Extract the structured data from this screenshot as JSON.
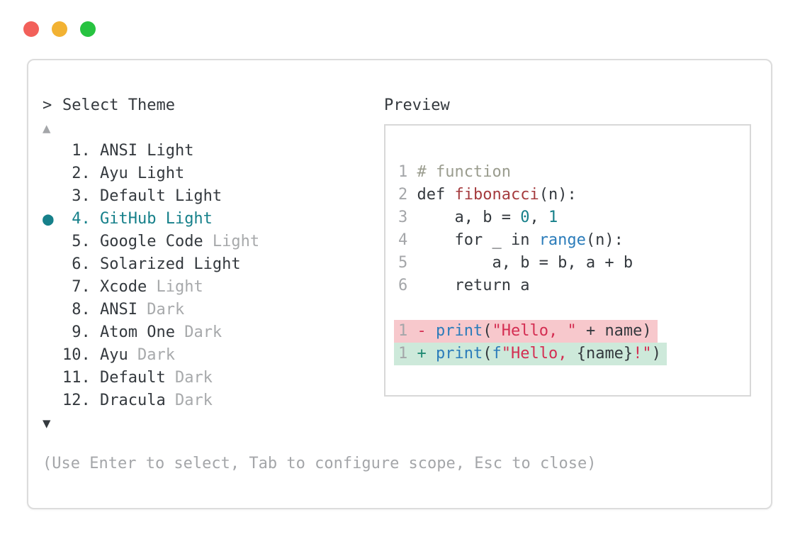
{
  "window_controls": {
    "close_color": "#f2605a",
    "minimize_color": "#f2b233",
    "zoom_color": "#27c340"
  },
  "theme_picker": {
    "prompt_char": ">",
    "title": "Select Theme",
    "scroll_up_indicator": "▲",
    "scroll_down_indicator": "▼",
    "selected_bullet": "●",
    "items": [
      {
        "number": " 1.",
        "name": "ANSI Light",
        "muted": "",
        "selected": false
      },
      {
        "number": " 2.",
        "name": "Ayu Light",
        "muted": "",
        "selected": false
      },
      {
        "number": " 3.",
        "name": "Default Light",
        "muted": "",
        "selected": false
      },
      {
        "number": " 4.",
        "name": "GitHub Light",
        "muted": "",
        "selected": true
      },
      {
        "number": " 5.",
        "name": "Google Code",
        "muted": "Light",
        "selected": false
      },
      {
        "number": " 6.",
        "name": "Solarized Light",
        "muted": "",
        "selected": false
      },
      {
        "number": " 7.",
        "name": "Xcode",
        "muted": "Light",
        "selected": false
      },
      {
        "number": " 8.",
        "name": "ANSI",
        "muted": "Dark",
        "selected": false
      },
      {
        "number": " 9.",
        "name": "Atom One",
        "muted": "Dark",
        "selected": false
      },
      {
        "number": "10.",
        "name": "Ayu",
        "muted": "Dark",
        "selected": false
      },
      {
        "number": "11.",
        "name": "Default",
        "muted": "Dark",
        "selected": false
      },
      {
        "number": "12.",
        "name": "Dracula",
        "muted": "Dark",
        "selected": false
      }
    ]
  },
  "preview": {
    "title": "Preview",
    "code_lines": [
      {
        "num": "1",
        "tokens": [
          {
            "t": "# function",
            "c": "comment"
          }
        ]
      },
      {
        "num": "2",
        "tokens": [
          {
            "t": "def ",
            "c": "plain"
          },
          {
            "t": "fibonacci",
            "c": "func"
          },
          {
            "t": "(n):",
            "c": "plain"
          }
        ]
      },
      {
        "num": "3",
        "tokens": [
          {
            "t": "    a, b = ",
            "c": "plain"
          },
          {
            "t": "0",
            "c": "number"
          },
          {
            "t": ", ",
            "c": "plain"
          },
          {
            "t": "1",
            "c": "number"
          }
        ]
      },
      {
        "num": "4",
        "tokens": [
          {
            "t": "    for _ in ",
            "c": "plain"
          },
          {
            "t": "range",
            "c": "builtin"
          },
          {
            "t": "(n):",
            "c": "plain"
          }
        ]
      },
      {
        "num": "5",
        "tokens": [
          {
            "t": "        a, b = b, a + b",
            "c": "plain"
          }
        ]
      },
      {
        "num": "6",
        "tokens": [
          {
            "t": "    return a",
            "c": "plain"
          }
        ]
      }
    ],
    "diff_lines": [
      {
        "num": "1",
        "kind": "removed",
        "tokens": [
          {
            "t": "- ",
            "c": "del"
          },
          {
            "t": "print",
            "c": "builtin"
          },
          {
            "t": "(",
            "c": "plain"
          },
          {
            "t": "\"Hello, \"",
            "c": "string"
          },
          {
            "t": " + name)",
            "c": "plain"
          }
        ]
      },
      {
        "num": "1",
        "kind": "added",
        "tokens": [
          {
            "t": "+ ",
            "c": "ins"
          },
          {
            "t": "print",
            "c": "builtin"
          },
          {
            "t": "(",
            "c": "plain"
          },
          {
            "t": "f",
            "c": "builtin"
          },
          {
            "t": "\"Hello, ",
            "c": "string"
          },
          {
            "t": "{name}",
            "c": "plain"
          },
          {
            "t": "!\"",
            "c": "string"
          },
          {
            "t": ")",
            "c": "plain"
          }
        ]
      }
    ]
  },
  "footer": {
    "hint": "(Use Enter to select, Tab to configure scope, Esc to close)"
  },
  "colors": {
    "accent_teal": "#16808a",
    "syntax_blue": "#2b7cba",
    "syntax_string_red": "#d42e52",
    "syntax_function_red": "#a53b3e",
    "syntax_comment": "#9a9c8e",
    "diff_removed_bg": "#f7c8cc",
    "diff_added_bg": "#cde9da",
    "muted_gray": "#a4a6a9",
    "ink": "#34393e"
  }
}
